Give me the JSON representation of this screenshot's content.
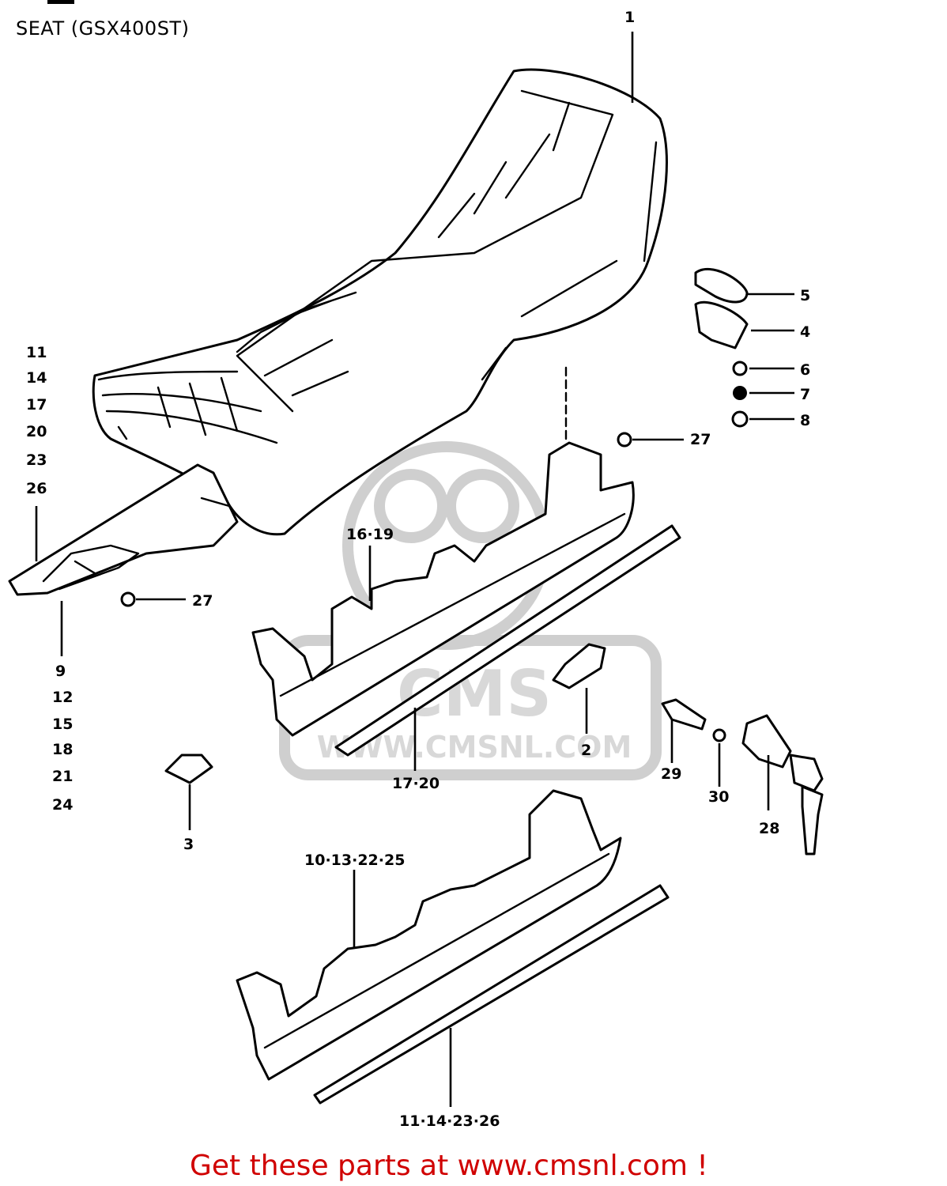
{
  "header": {
    "title": "SEAT (GSX400ST)"
  },
  "watermark": {
    "brand": "CMS",
    "url": "WWW.CMSNL.COM"
  },
  "footer": {
    "cta": "Get these parts at www.cmsnl.com !",
    "color": "#d00000"
  },
  "callouts": {
    "c1": "1",
    "c2": "2",
    "c3": "3",
    "c4": "4",
    "c5": "5",
    "c6": "6",
    "c7": "7",
    "c8": "8",
    "c27a": "27",
    "c27b": "27",
    "c28": "28",
    "c29": "29",
    "c30": "30",
    "c1619": "16·19",
    "c1720": "17·20",
    "c10132225": "10·13·22·25",
    "c11142326": "11·14·23·26",
    "stack_left": [
      "11",
      "14",
      "17",
      "20",
      "23",
      "26"
    ],
    "stack_bottom": [
      "9",
      "12",
      "15",
      "18",
      "21",
      "24"
    ]
  }
}
